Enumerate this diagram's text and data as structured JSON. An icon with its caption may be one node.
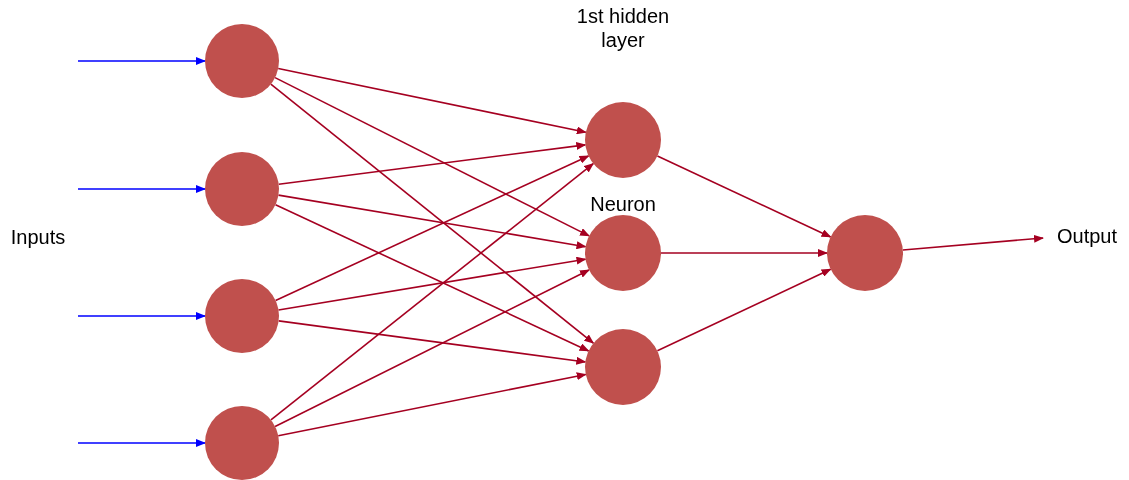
{
  "diagram": {
    "nodes": [
      {
        "text": [],
        "shape": "circle"
      },
      {
        "text": [],
        "shape": "circle"
      },
      {
        "text": [],
        "shape": "circle"
      },
      {
        "text": [],
        "shape": "circle"
      },
      {
        "text": [],
        "shape": "circle"
      },
      {
        "text": [],
        "shape": "circle",
        "beside": [
          "Neuron"
        ]
      },
      {
        "text": [],
        "shape": "circle"
      },
      {
        "text": [],
        "shape": "circle"
      },
      {
        "text": [
          "Output"
        ]
      }
    ],
    "edges": [
      {
        "from": null,
        "to": 0,
        "arrow": "to",
        "color": "#0000ff"
      },
      {
        "from": null,
        "to": 1,
        "arrow": "to",
        "color": "#0000ff"
      },
      {
        "from": null,
        "to": 2,
        "arrow": "to",
        "color": "#0000ff"
      },
      {
        "from": null,
        "to": 3,
        "arrow": "to",
        "color": "#0000ff"
      },
      {
        "from": 0,
        "to": 4,
        "arrow": "to"
      },
      {
        "from": 0,
        "to": 5,
        "arrow": "to"
      },
      {
        "from": 0,
        "to": 6,
        "arrow": "to"
      },
      {
        "from": 1,
        "to": 4,
        "arrow": "to"
      },
      {
        "from": 1,
        "to": 5,
        "arrow": "to"
      },
      {
        "from": 1,
        "to": 6,
        "arrow": "to"
      },
      {
        "from": 2,
        "to": 4,
        "arrow": "to"
      },
      {
        "from": 2,
        "to": 5,
        "arrow": "to"
      },
      {
        "from": 2,
        "to": 6,
        "arrow": "to"
      },
      {
        "from": 3,
        "to": 4,
        "arrow": "to"
      },
      {
        "from": 3,
        "to": 5,
        "arrow": "to"
      },
      {
        "from": 3,
        "to": 6,
        "arrow": "to"
      },
      {
        "from": 4,
        "to": 7,
        "arrow": "to"
      },
      {
        "from": 5,
        "to": 7,
        "arrow": "to"
      },
      {
        "from": 6,
        "to": 7,
        "arrow": "to"
      },
      {
        "from": 7,
        "to": 8,
        "arrow": "to"
      }
    ],
    "labels": [
      "1st hidden layer",
      "Inputs"
    ]
  }
}
